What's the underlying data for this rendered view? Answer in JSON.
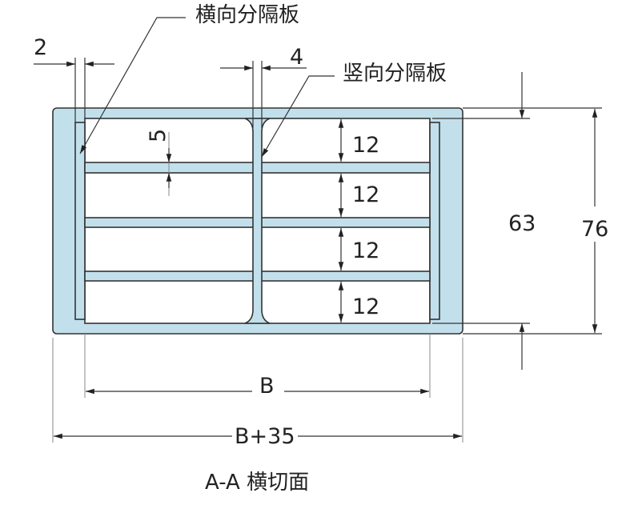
{
  "labels": {
    "horizontal_divider": "横向分隔板",
    "vertical_divider": "竖向分隔板",
    "caption": "A-A 横切面"
  },
  "dimensions": {
    "side_wall_gap": "2",
    "vertical_divider_thickness": "4",
    "horizontal_divider_thickness": "5",
    "compartment_heights": [
      "12",
      "12",
      "12",
      "12"
    ],
    "inner_height": "63",
    "outer_height": "76",
    "inner_width": "B",
    "outer_width": "B+35"
  },
  "colors": {
    "part_fill": "#c2e0ec",
    "line": "#333333"
  }
}
